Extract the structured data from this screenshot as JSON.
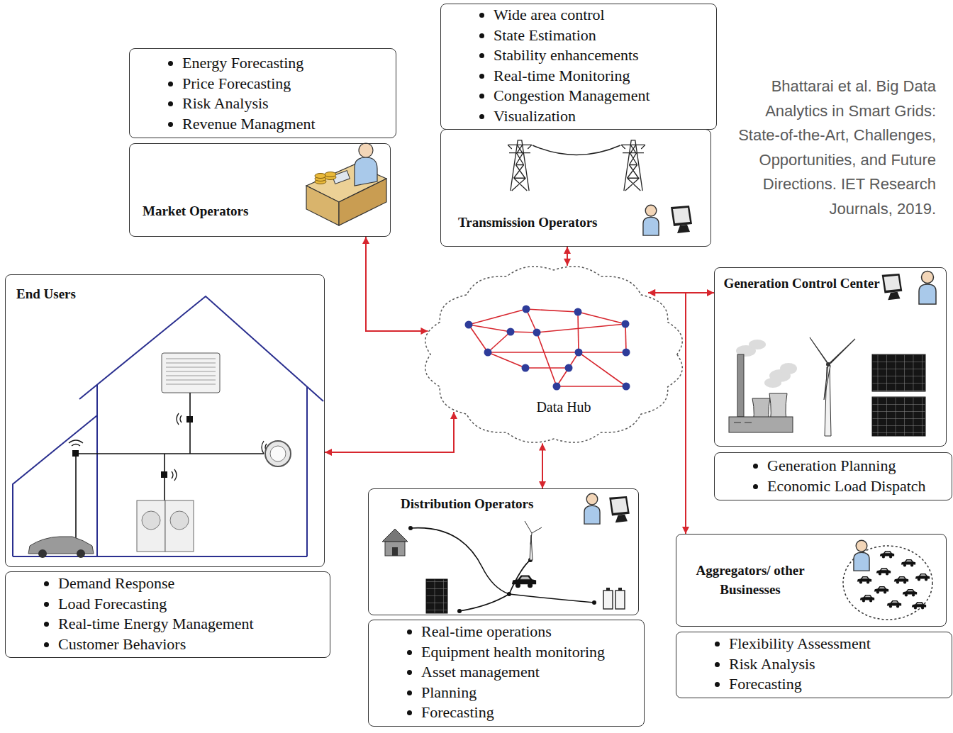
{
  "diagram": {
    "nodes": [
      {
        "text": [
          "Energy Forecasting",
          "Price Forecasting",
          "Risk Analysis",
          "Revenue Managment"
        ]
      },
      {
        "text": [
          "Market Operators"
        ]
      },
      {
        "text": [
          "Wide area control",
          "State Estimation",
          "Stability enhancements",
          "Real-time Monitoring",
          "Congestion Management",
          "Visualization"
        ]
      },
      {
        "text": [
          "Transmission Operators"
        ]
      },
      {
        "text": [
          "End Users"
        ]
      },
      {
        "text": [
          "Data Hub"
        ]
      },
      {
        "text": [
          "Generation Control Center"
        ]
      },
      {
        "text": [
          "Generation Planning",
          "Economic Load Dispatch"
        ]
      },
      {
        "text": [
          "Demand Response",
          "Load Forecasting",
          "Real-time Energy Management",
          "Customer Behaviors"
        ]
      },
      {
        "text": [
          "Distribution Operators"
        ]
      },
      {
        "text": [
          "Real-time operations",
          "Equipment health monitoring",
          "Asset management",
          "Planning",
          "Forecasting"
        ]
      },
      {
        "text": [
          "Aggregators/ other Businesses"
        ]
      },
      {
        "text": [
          "Flexibility Assessment",
          "Risk Analysis",
          "Forecasting"
        ]
      }
    ],
    "edges": [
      {
        "from": 1,
        "to": 5,
        "arrow": "both"
      },
      {
        "from": 3,
        "to": 5,
        "arrow": "both"
      },
      {
        "from": 5,
        "to": 6,
        "arrow": "both"
      },
      {
        "from": 4,
        "to": 5,
        "arrow": "both"
      },
      {
        "from": 5,
        "to": 9,
        "arrow": "both"
      },
      {
        "from": 5,
        "to": 11,
        "arrow": "both"
      }
    ],
    "labels": [
      "Bhattarai et al. Big Data Analytics in Smart Grids: State-of-the-Art, Challenges, Opportunities, and Future Directions. IET Research Journals, 2019."
    ]
  }
}
